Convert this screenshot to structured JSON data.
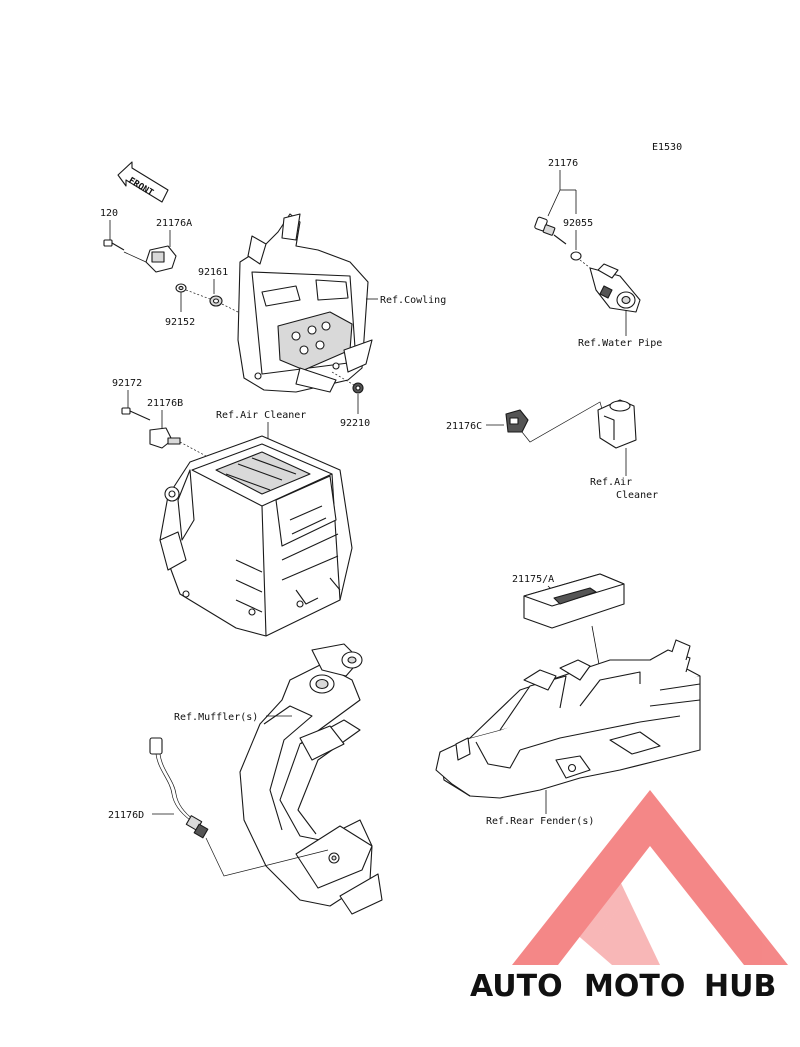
{
  "diagram_code": "E1530",
  "front_label": "FRONT",
  "parts": {
    "p120": "120",
    "p21176A": "21176A",
    "p92161": "92161",
    "p92152": "92152",
    "p92172": "92172",
    "p21176B": "21176B",
    "p92210": "92210",
    "p21176": "21176",
    "p92055": "92055",
    "p21176C": "21176C",
    "p21175A": "21175/A",
    "p21176D": "21176D"
  },
  "refs": {
    "cowling": "Ref.Cowling",
    "water_pipe": "Ref.Water Pipe",
    "air_cleaner_main": "Ref.Air Cleaner",
    "air_cleaner_side_1": "Ref.Air",
    "air_cleaner_side_2": "Cleaner",
    "muffler": "Ref.Muffler(s)",
    "rear_fender": "Ref.Rear Fender(s)"
  },
  "watermark": {
    "part1": "AUTO",
    "part2": "MOTO",
    "part3": "HUB",
    "colors": {
      "auto": "#f7c27a",
      "moto": "#f28a8a",
      "hub": "#8e8e8e",
      "logo": "#f05a5a"
    }
  }
}
